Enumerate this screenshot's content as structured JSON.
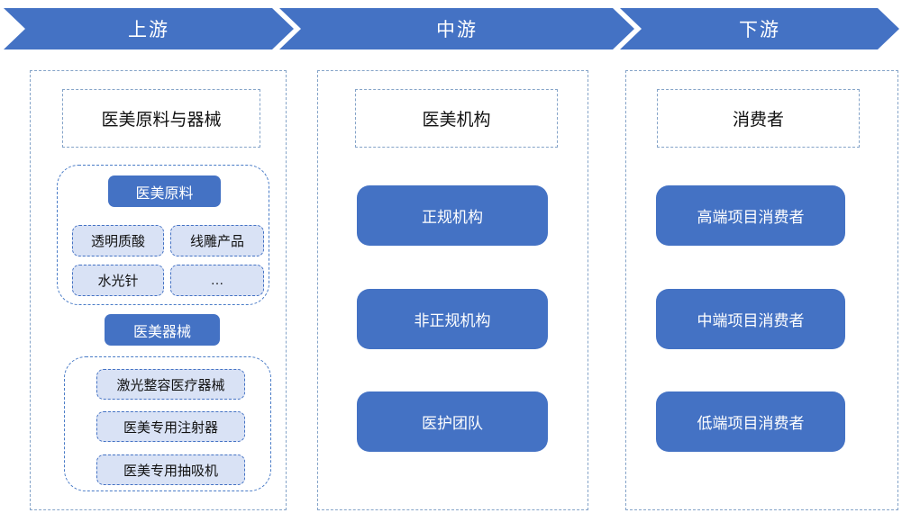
{
  "banners": [
    {
      "label": "上游"
    },
    {
      "label": "中游"
    },
    {
      "label": "下游"
    }
  ],
  "columns": {
    "upstream": {
      "title": "医美原料与器械",
      "materials": {
        "header": "医美原料",
        "items": [
          "透明质酸",
          "线雕产品",
          "水光针",
          "…"
        ]
      },
      "devices": {
        "header": "医美器械",
        "items": [
          "激光整容医疗器械",
          "医美专用注射器",
          "医美专用抽吸机"
        ]
      }
    },
    "midstream": {
      "title": "医美机构",
      "items": [
        "正规机构",
        "非正规机构",
        "医护团队"
      ]
    },
    "downstream": {
      "title": "消费者",
      "items": [
        "高端项目消费者",
        "中端项目消费者",
        "低端项目消费者"
      ]
    }
  },
  "colors": {
    "accent_blue": "#4472C4",
    "light_fill": "#D9E2F5",
    "dash_light": "#84A3C8",
    "dash_medium": "#4A7CC7"
  }
}
